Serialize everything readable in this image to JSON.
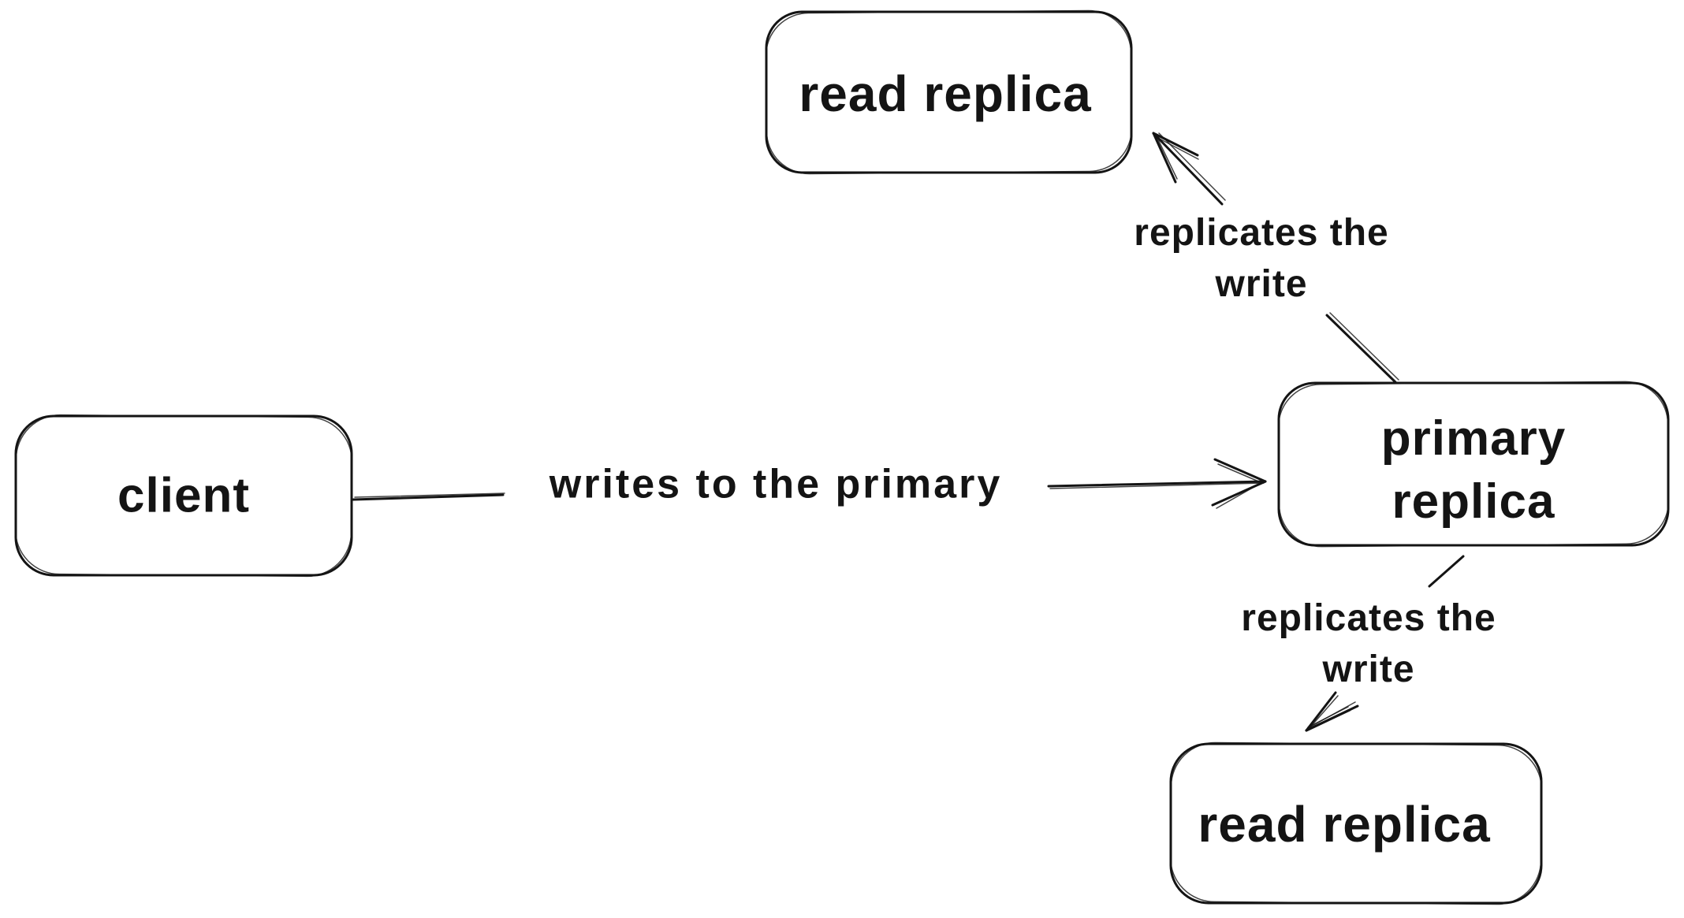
{
  "canvas": {
    "background": "#ffffff",
    "stroke": "#141414"
  },
  "nodes": {
    "read_replica_top": {
      "label": "read replica"
    },
    "client": {
      "label": "client"
    },
    "primary_replica": {
      "lines": [
        "primary",
        "replica"
      ]
    },
    "read_replica_bottom": {
      "label": "read replica"
    }
  },
  "edges": {
    "client_to_primary": {
      "label": "writes to the primary"
    },
    "primary_to_read_replica_top": {
      "lines": [
        "replicates the",
        "write"
      ]
    },
    "primary_to_read_replica_bottom": {
      "lines": [
        "replicates the",
        "write"
      ]
    }
  }
}
